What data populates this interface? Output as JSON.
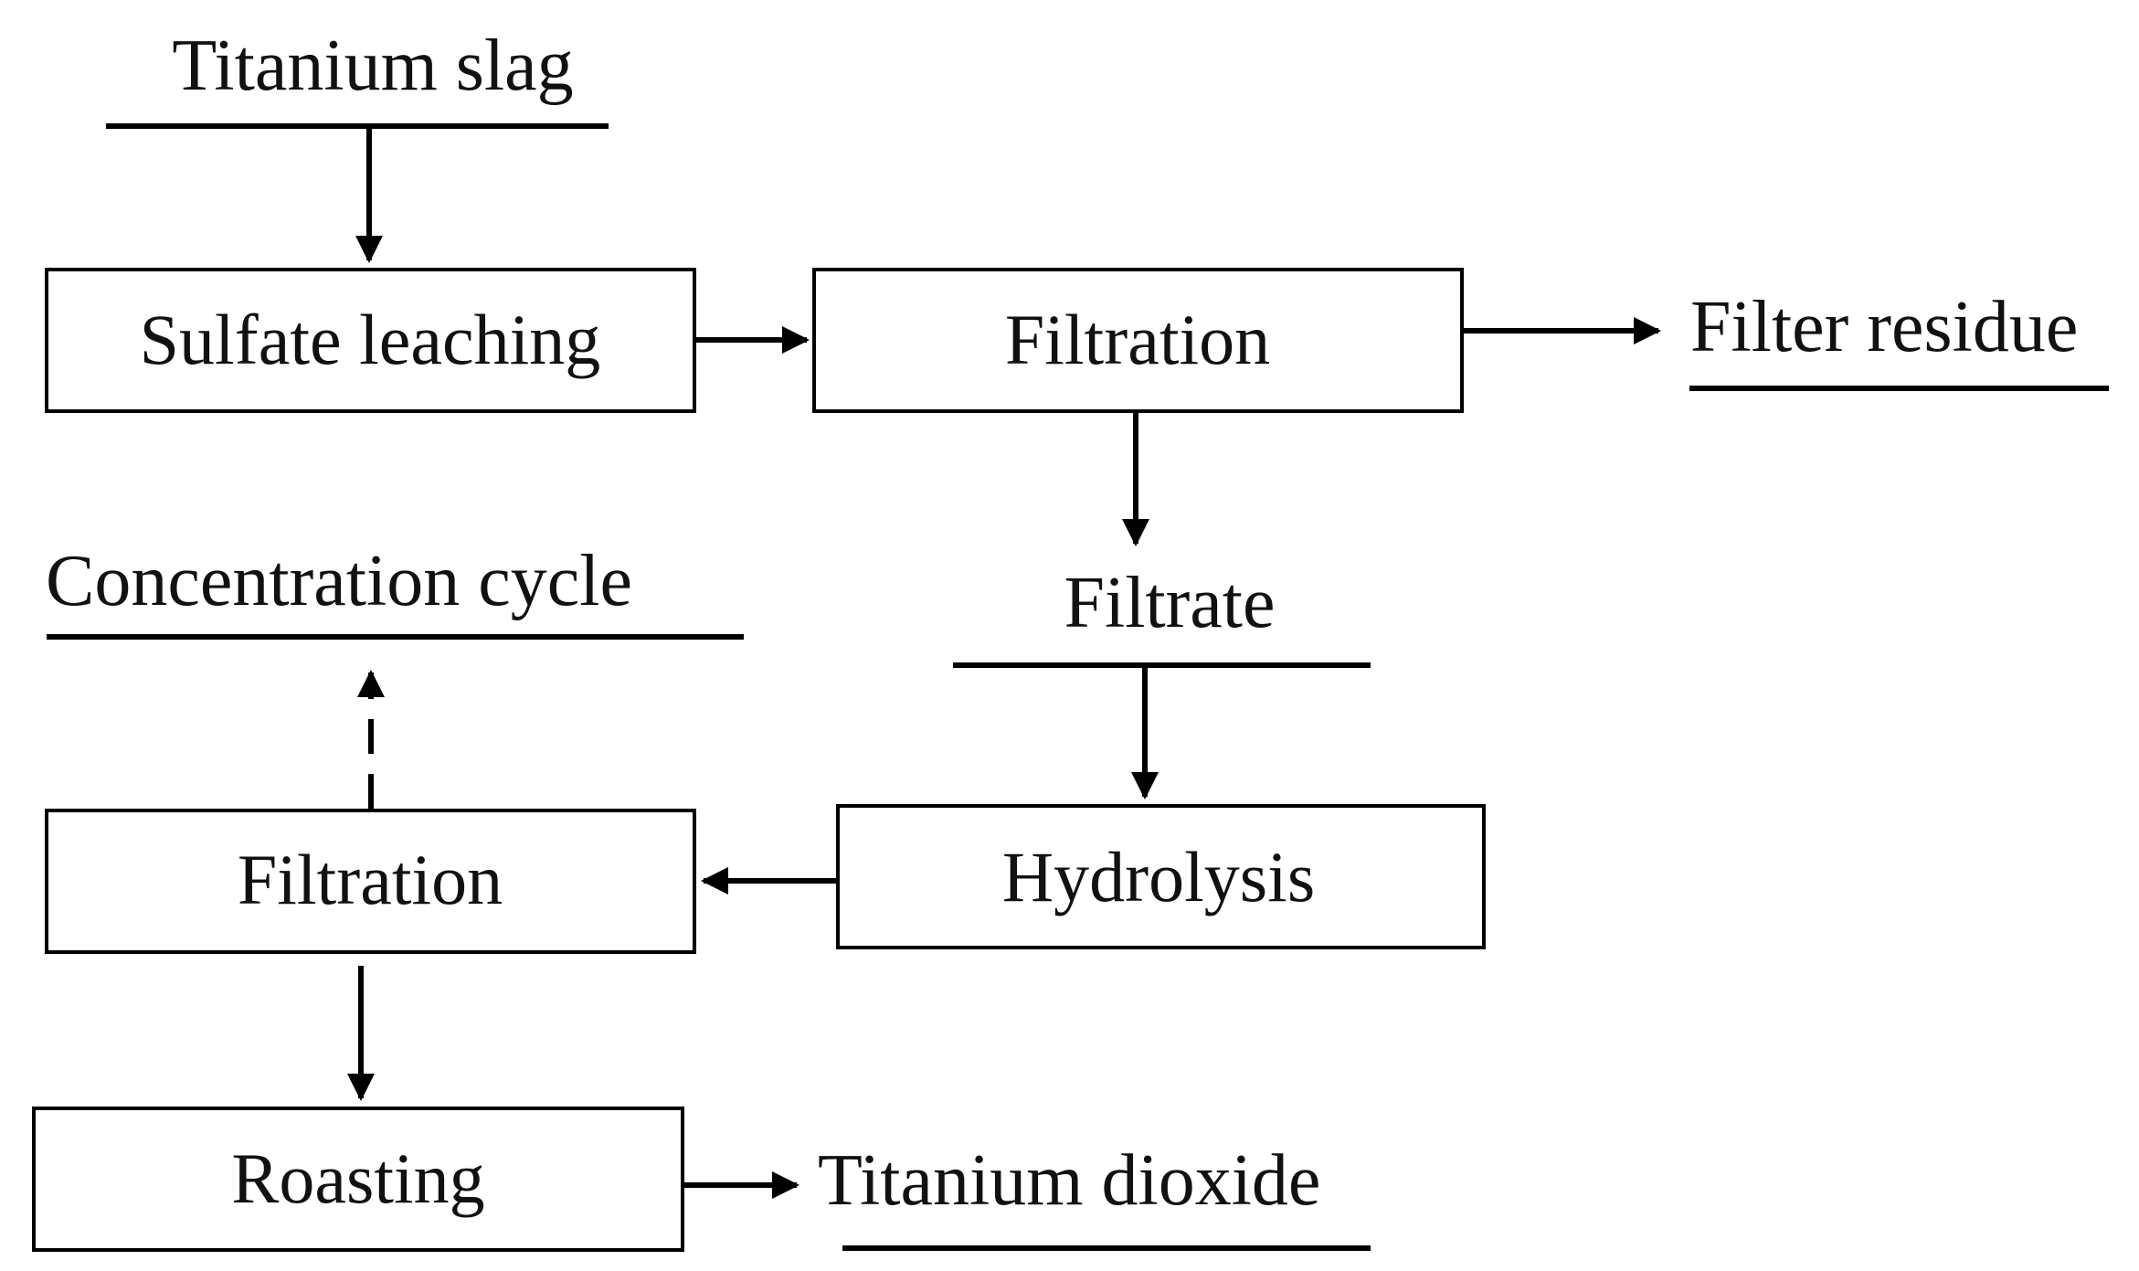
{
  "diagram": {
    "inputs": {
      "titanium_slag": "Titanium slag",
      "filter_residue": "Filter residue",
      "filtrate": "Filtrate",
      "concentration_cycle": "Concentration cycle",
      "titanium_dioxide": "Titanium dioxide"
    },
    "steps": {
      "sulfate_leaching": "Sulfate leaching",
      "filtration_1": "Filtration",
      "hydrolysis": "Hydrolysis",
      "filtration_2": "Filtration",
      "roasting": "Roasting"
    },
    "colors": {
      "stroke": "#000000",
      "text": "#111111",
      "background": "#ffffff"
    }
  }
}
